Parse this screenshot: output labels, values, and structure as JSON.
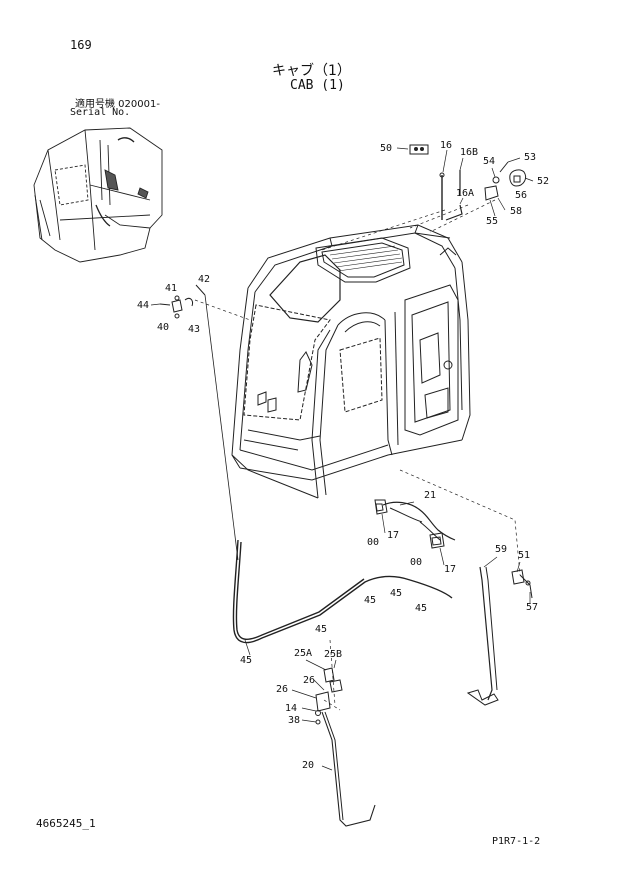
{
  "header": {
    "page_number": "169",
    "title_jp": "キャブ（1）",
    "title_en": "CAB (1)",
    "serial_label_jp": "適用号機  020001-",
    "serial_label_en": "Serial No."
  },
  "footer": {
    "doc_id": "4665245_1",
    "ref_code": "P1R7-1-2"
  },
  "parts": [
    {
      "id": "p50",
      "text": "50"
    },
    {
      "id": "p16",
      "text": "16"
    },
    {
      "id": "p16b",
      "text": "16B"
    },
    {
      "id": "p54",
      "text": "54"
    },
    {
      "id": "p53",
      "text": "53"
    },
    {
      "id": "p52",
      "text": "52"
    },
    {
      "id": "p56",
      "text": "56"
    },
    {
      "id": "p16a",
      "text": "16A"
    },
    {
      "id": "p58",
      "text": "58"
    },
    {
      "id": "p55",
      "text": "55"
    },
    {
      "id": "p41",
      "text": "41"
    },
    {
      "id": "p42",
      "text": "42"
    },
    {
      "id": "p44",
      "text": "44"
    },
    {
      "id": "p40",
      "text": "40"
    },
    {
      "id": "p43",
      "text": "43"
    },
    {
      "id": "p21",
      "text": "21"
    },
    {
      "id": "p17a",
      "text": "17"
    },
    {
      "id": "p00a",
      "text": "00"
    },
    {
      "id": "p00b",
      "text": "00"
    },
    {
      "id": "p17b",
      "text": "17"
    },
    {
      "id": "p59",
      "text": "59"
    },
    {
      "id": "p51",
      "text": "51"
    },
    {
      "id": "p57",
      "text": "57"
    },
    {
      "id": "p45a",
      "text": "45"
    },
    {
      "id": "p45b",
      "text": "45"
    },
    {
      "id": "p45c",
      "text": "45"
    },
    {
      "id": "p45d",
      "text": "45"
    },
    {
      "id": "p45e",
      "text": "45"
    },
    {
      "id": "p25a",
      "text": "25A"
    },
    {
      "id": "p25b",
      "text": "25B"
    },
    {
      "id": "p26a",
      "text": "26"
    },
    {
      "id": "p26b",
      "text": "26"
    },
    {
      "id": "p14",
      "text": "14"
    },
    {
      "id": "p38",
      "text": "38"
    },
    {
      "id": "p20",
      "text": "20"
    }
  ]
}
